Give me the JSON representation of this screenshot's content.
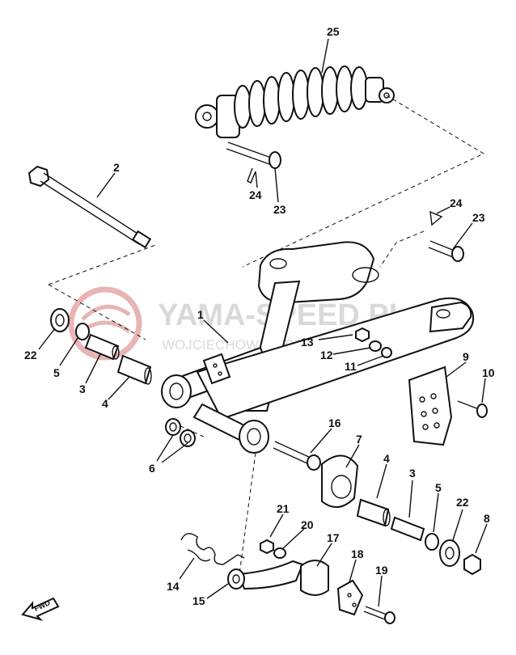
{
  "watermark": {
    "brand": "YAMA-SPEED.PL",
    "sub": "WOJCIECHOWICZ   DEALER YAMAHA",
    "logo_color": "#e8b4b4",
    "text_color": "#d9d9d9"
  },
  "fwd_label": "FWD",
  "parts": {
    "p25": "25",
    "p2": "2",
    "p24a": "24",
    "p23a": "23",
    "p24b": "24",
    "p23b": "23",
    "p1": "1",
    "p22a": "22",
    "p5a": "5",
    "p3a": "3",
    "p4a": "4",
    "p13": "13",
    "p12": "12",
    "p11": "11",
    "p9": "9",
    "p10": "10",
    "p16": "16",
    "p6": "6",
    "p7": "7",
    "p4b": "4",
    "p3b": "3",
    "p5b": "5",
    "p22b": "22",
    "p8": "8",
    "p21": "21",
    "p20": "20",
    "p17": "17",
    "p18": "18",
    "p19": "19",
    "p14": "14",
    "p15": "15"
  }
}
